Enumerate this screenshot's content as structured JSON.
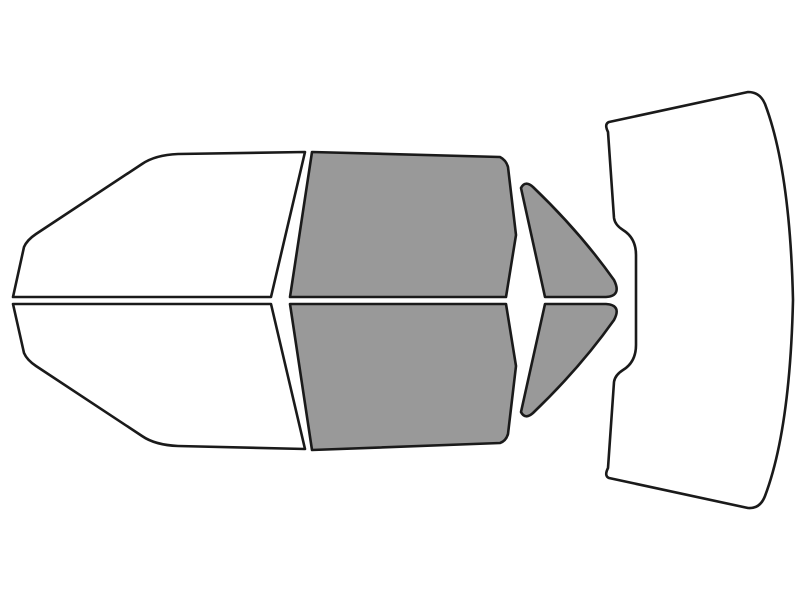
{
  "colors": {
    "background": "#ffffff",
    "outline": "#1a1a1a",
    "untinted": "#ffffff",
    "tinted": "#999999"
  },
  "panels": [
    {
      "id": "windshield",
      "tinted": false
    },
    {
      "id": "front-door-window-left",
      "tinted": false
    },
    {
      "id": "front-door-window-right",
      "tinted": false
    },
    {
      "id": "rear-door-window-left",
      "tinted": true
    },
    {
      "id": "rear-door-window-right",
      "tinted": true
    },
    {
      "id": "quarter-window-left",
      "tinted": true
    },
    {
      "id": "quarter-window-right",
      "tinted": true
    },
    {
      "id": "rear-window",
      "tinted": false
    }
  ]
}
